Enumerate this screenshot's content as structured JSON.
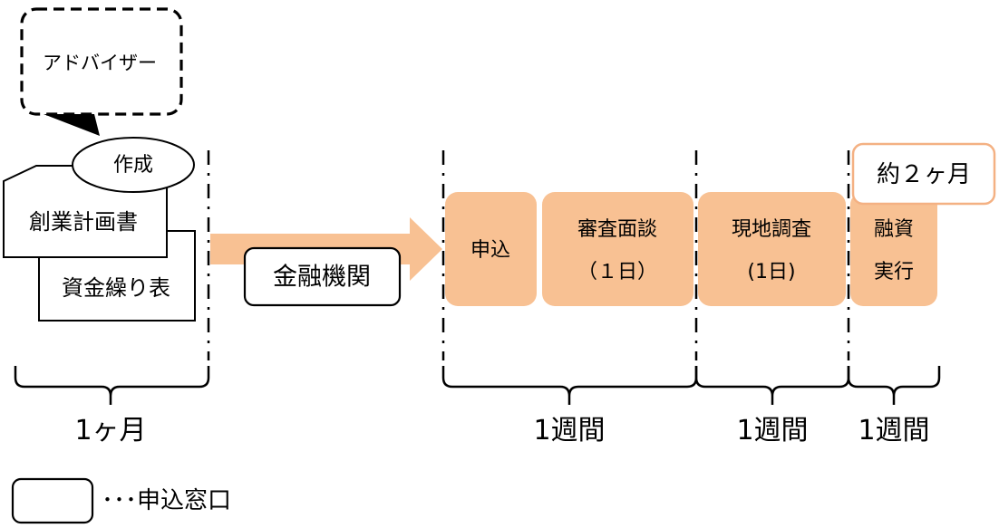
{
  "colors": {
    "accent": "#f8c193",
    "accent_border": "#f4b183",
    "line": "#000000",
    "background": "#ffffff"
  },
  "advisor": {
    "label": "アドバイザー"
  },
  "create": {
    "label": "作成"
  },
  "documents": {
    "business_plan": "創業計画書",
    "cash_flow": "資金繰り表"
  },
  "institution": {
    "label": "金融機関"
  },
  "steps": [
    {
      "line1": "申込",
      "line2": ""
    },
    {
      "line1": "審査面談",
      "line2": "（１日）"
    },
    {
      "line1": "現地調査",
      "line2": "(1日)"
    },
    {
      "line1": "融資",
      "line2": "実行"
    }
  ],
  "total_badge": {
    "label": "約２ヶ月"
  },
  "durations": [
    {
      "label": "1ヶ月"
    },
    {
      "label": "1週間"
    },
    {
      "label": "1週間"
    },
    {
      "label": "1週間"
    }
  ],
  "legend": {
    "label": "･･･申込窓口"
  }
}
